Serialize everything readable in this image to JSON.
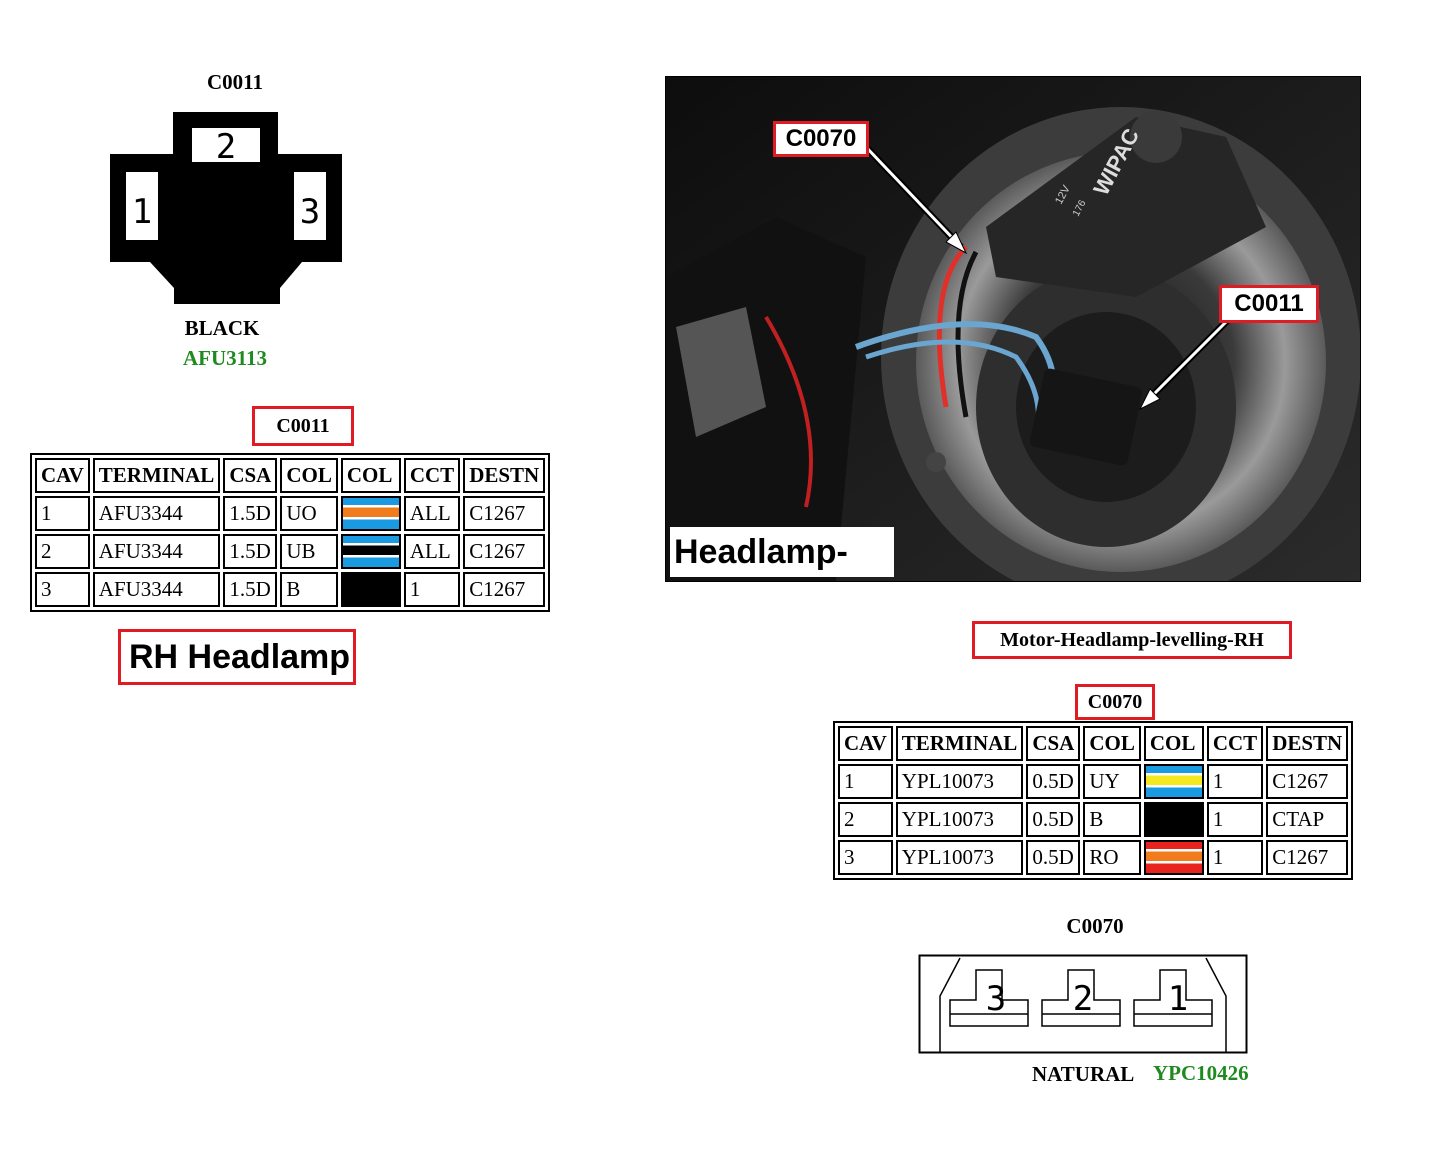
{
  "left": {
    "connector_title": "C0011",
    "pins": [
      "2",
      "1",
      "3"
    ],
    "color_label": "BLACK",
    "part_number": "AFU3113",
    "table_title": "C0011",
    "columns": [
      "CAV",
      "TERMINAL",
      "CSA",
      "COL",
      "COL",
      "CCT",
      "DESTN"
    ],
    "rows": [
      {
        "cav": "1",
        "terminal": "AFU3344",
        "csa": "1.5D",
        "col": "UO",
        "cct": "ALL",
        "destn": "C1267",
        "swatch": [
          "#1a9ae0",
          "#f07c1e"
        ]
      },
      {
        "cav": "2",
        "terminal": "AFU3344",
        "csa": "1.5D",
        "col": "UB",
        "cct": "ALL",
        "destn": "C1267",
        "swatch": [
          "#1a9ae0",
          "#000000"
        ]
      },
      {
        "cav": "3",
        "terminal": "AFU3344",
        "csa": "1.5D",
        "col": "B",
        "cct": "1",
        "destn": "C1267",
        "swatch": [
          "#000000",
          "#000000"
        ]
      }
    ],
    "location_label": "RH Headlamp"
  },
  "photo": {
    "caption": "Headlamp-RH",
    "callout_1": "C0070",
    "callout_2": "C0011",
    "component_text": "WIPAC",
    "voltage_text": "12V",
    "code_text": "176"
  },
  "right": {
    "component_name": "Motor-Headlamp-levelling-RH",
    "table_title": "C0070",
    "columns": [
      "CAV",
      "TERMINAL",
      "CSA",
      "COL",
      "COL",
      "CCT",
      "DESTN"
    ],
    "rows": [
      {
        "cav": "1",
        "terminal": "YPL10073",
        "csa": "0.5D",
        "col": "UY",
        "cct": "1",
        "destn": "C1267",
        "swatch": [
          "#1a9ae0",
          "#f4e81e"
        ]
      },
      {
        "cav": "2",
        "terminal": "YPL10073",
        "csa": "0.5D",
        "col": "B",
        "cct": "1",
        "destn": "CTAP",
        "swatch": [
          "#000000",
          "#000000"
        ]
      },
      {
        "cav": "3",
        "terminal": "YPL10073",
        "csa": "0.5D",
        "col": "RO",
        "cct": "1",
        "destn": "C1267",
        "swatch": [
          "#e8221c",
          "#f07c1e"
        ]
      }
    ],
    "connector_title": "C0070",
    "pins": [
      "3",
      "2",
      "1"
    ],
    "color_label": "NATURAL",
    "part_number": "YPC10426"
  },
  "colors": {
    "callout_red": "#e01b24",
    "part_green": "#1f8a1f"
  }
}
